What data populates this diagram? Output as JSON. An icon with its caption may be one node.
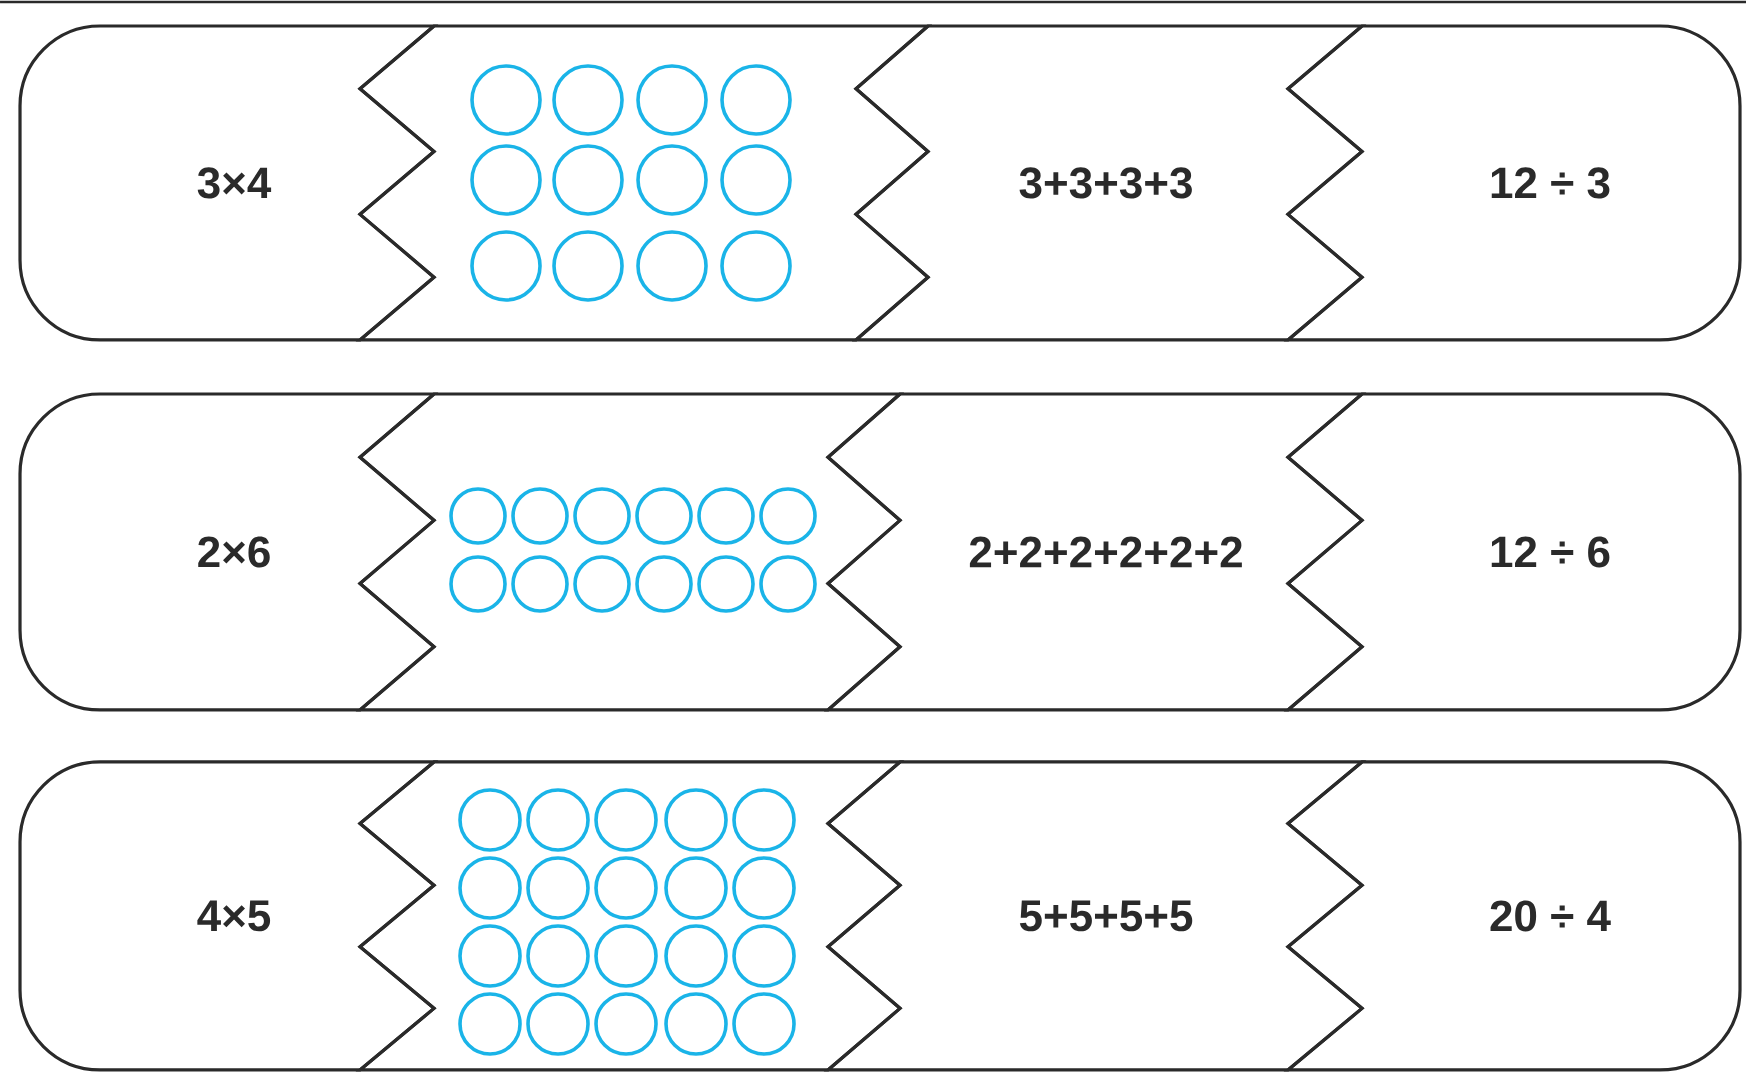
{
  "diagram": {
    "nodes": [
      {
        "text": [
          "3×4"
        ]
      },
      {
        "text": [],
        "shape": "box"
      },
      {
        "text": [
          "3+3+3+3"
        ]
      },
      {
        "text": [
          "12 ÷ 3"
        ]
      },
      {
        "text": [
          "2×6"
        ]
      },
      {
        "text": [],
        "shape": "box"
      },
      {
        "text": [
          "2+2+2+2+2+2"
        ]
      },
      {
        "text": [
          "12 ÷ 6"
        ]
      },
      {
        "text": [
          "4×5"
        ]
      },
      {
        "text": [],
        "shape": "box"
      },
      {
        "text": [
          "5+5+5+5"
        ]
      },
      {
        "text": [
          "20 ÷ 4"
        ]
      }
    ]
  }
}
